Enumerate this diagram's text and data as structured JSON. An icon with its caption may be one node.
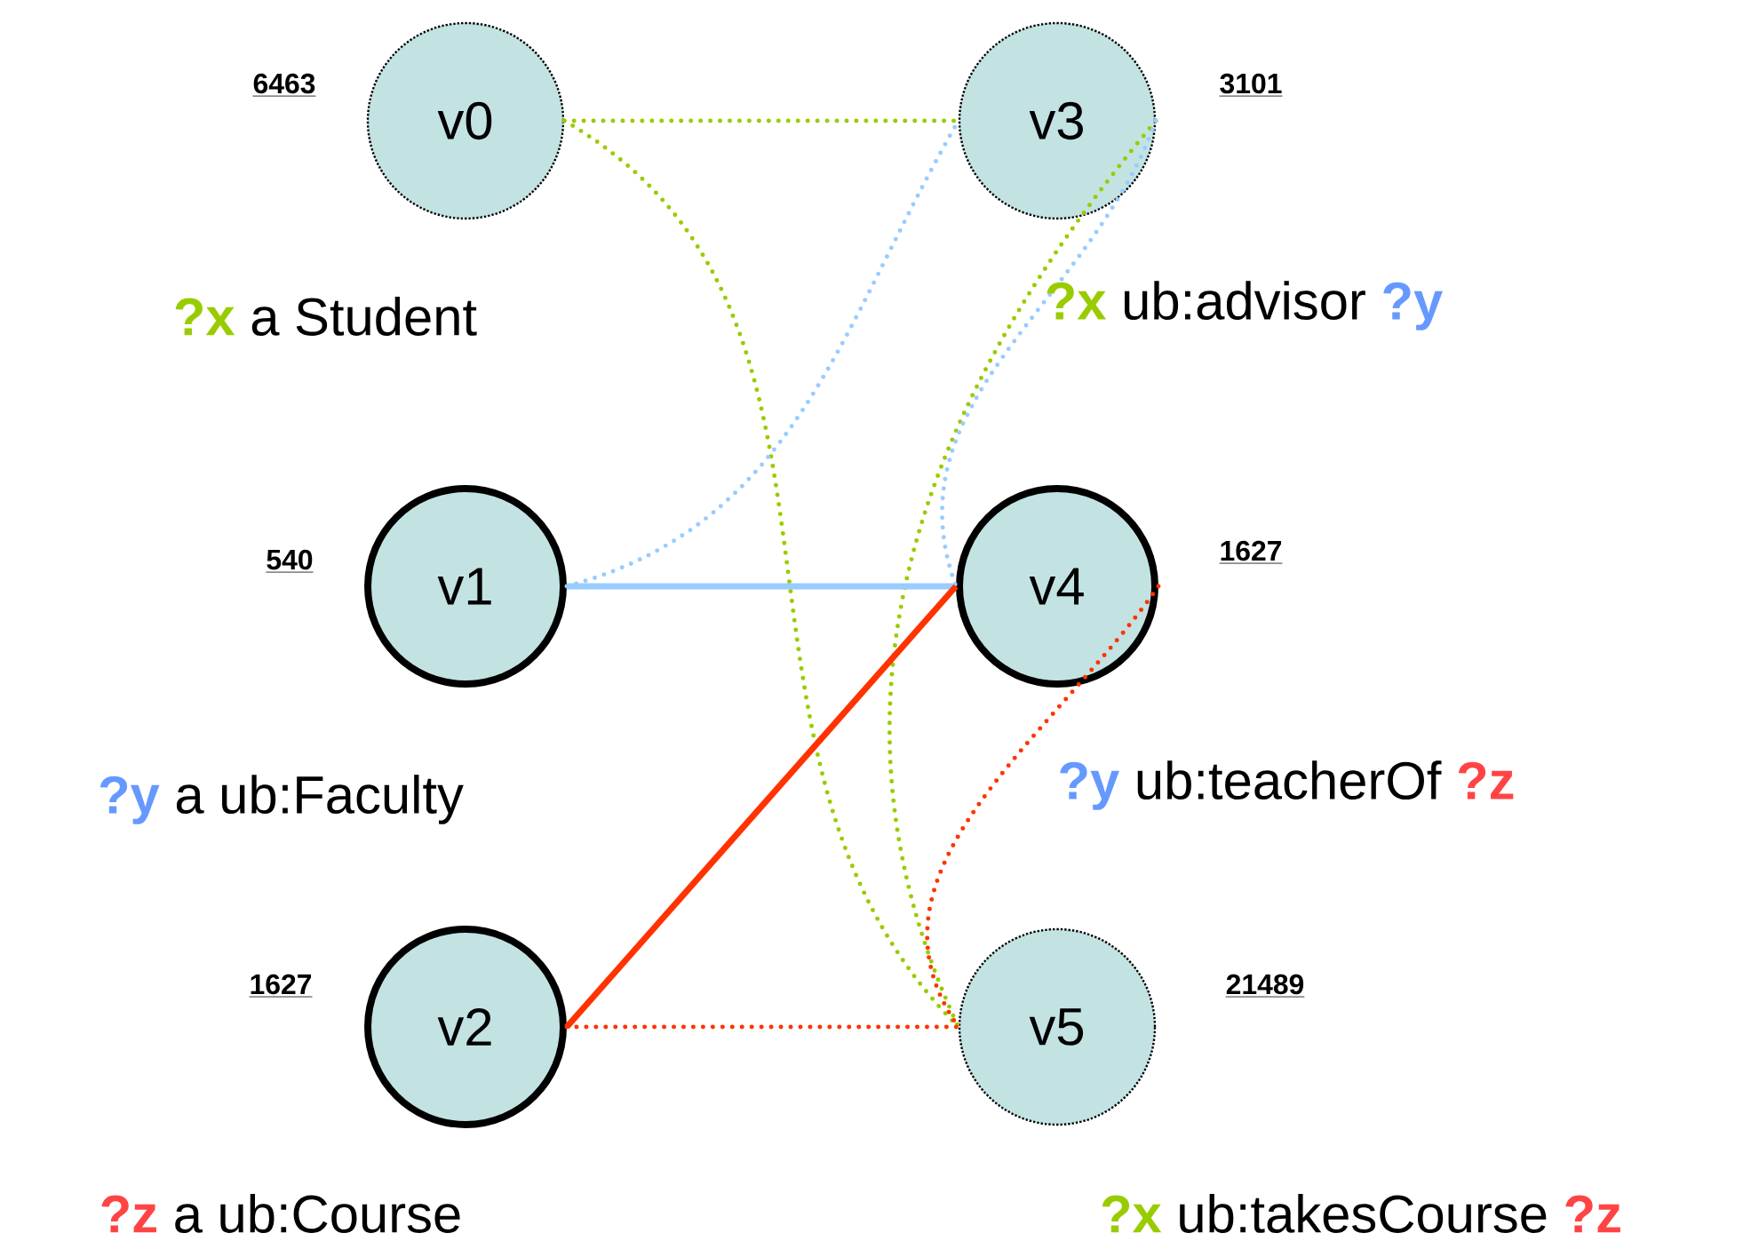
{
  "diagram": {
    "nodes": [
      {
        "text": [
          "v0"
        ],
        "beside": [
          "6463",
          "?x",
          "a Student"
        ]
      },
      {
        "text": [
          "v1"
        ],
        "beside": [
          "540",
          "?y",
          "a ub:Faculty"
        ]
      },
      {
        "text": [
          "v2"
        ],
        "beside": [
          "1627",
          "?z",
          "a ub:Course"
        ]
      },
      {
        "text": [
          "v3"
        ],
        "beside": [
          "3101",
          "?x",
          "ub:advisor",
          "?y"
        ]
      },
      {
        "text": [
          "v4"
        ],
        "beside": [
          "1627",
          "?y",
          "ub:teacherOf",
          "?z"
        ]
      },
      {
        "text": [
          "v5"
        ],
        "beside": [
          "21489",
          "?x",
          "ub:takesCourse",
          "?z"
        ]
      }
    ],
    "edges": [
      {
        "from": 0,
        "to": 3,
        "arrow": "none",
        "style": "dashed",
        "color": "#99cc00"
      },
      {
        "from": 0,
        "to": 5,
        "arrow": "none",
        "style": "dashed",
        "color": "#99cc00"
      },
      {
        "from": 3,
        "to": 5,
        "arrow": "none",
        "style": "dashed",
        "color": "#99cc00"
      },
      {
        "from": 1,
        "to": 4,
        "arrow": "none",
        "color": "#99ccff"
      },
      {
        "from": 1,
        "to": 3,
        "arrow": "none",
        "style": "dashed",
        "color": "#99ccff"
      },
      {
        "from": 3,
        "to": 4,
        "arrow": "none",
        "style": "dashed",
        "color": "#99ccff"
      },
      {
        "from": 2,
        "to": 4,
        "arrow": "none",
        "color": "#ff3300"
      },
      {
        "from": 2,
        "to": 5,
        "arrow": "none",
        "style": "dashed",
        "color": "#ff3300"
      },
      {
        "from": 4,
        "to": 5,
        "arrow": "none",
        "style": "dashed",
        "color": "#ff3300"
      }
    ]
  }
}
